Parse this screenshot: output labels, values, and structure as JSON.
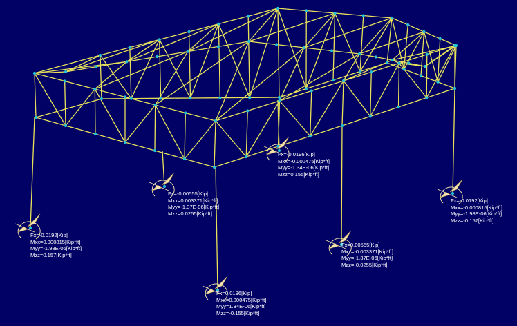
{
  "colors": {
    "background": "#010165",
    "member": "#e8e25a",
    "node": "#22c3d6",
    "arrow": "#f3e2b0",
    "text": "#ffffff"
  },
  "reactions": {
    "s1": [
      "Fx=-0.0192[Kip]",
      "Mxx=0.000815[Kip*ft]",
      "Myy=-1.98E-06[Kip*ft]",
      "Mzz=0.157[Kip*ft]"
    ],
    "s2": [
      "Fx=-0.00555[Kip]",
      "Mxx=0.003371[Kip*ft]",
      "Myy=-1.37E-06[Kip*ft]",
      "Mzz=0.0255[Kip*ft]"
    ],
    "s3": [
      "Fx=-0.0196[Kip]",
      "Mxx=-0.000475[Kip*ft]",
      "Myy=-1.34E-06[Kip*ft]",
      "Mzz=0.155[Kip*ft]"
    ],
    "s4": [
      "Fx=-0.0192[Kip]",
      "Mxx=-0.000815[Kip*ft]",
      "Myy=-1.98E-06[Kip*ft]",
      "Mzz=-0.157[Kip*ft]"
    ],
    "s5": [
      "Fx=0.00555[Kip]",
      "Mxx=-0.003371[Kip*ft]",
      "Myy=-1.37E-06[Kip*ft]",
      "Mzz=-0.0255[Kip*ft]"
    ],
    "s6": [
      "Fx=0.0196[Kip]",
      "Mxx=0.000475[Kip*ft]",
      "Myy=1.34E-06[Kip*ft]",
      "Mzz=-0.155[Kip*ft]"
    ]
  }
}
